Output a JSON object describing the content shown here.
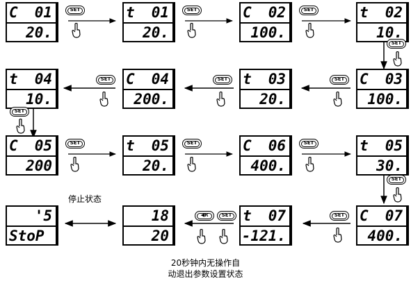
{
  "displays": [
    {
      "id": "c01",
      "code": "C",
      "num": "01",
      "value": "20."
    },
    {
      "id": "t01",
      "code": "t",
      "num": "01",
      "value": "20."
    },
    {
      "id": "c02",
      "code": "C",
      "num": "02",
      "value": "100."
    },
    {
      "id": "t02",
      "code": "t",
      "num": "02",
      "value": "10."
    },
    {
      "id": "t04",
      "code": "t",
      "num": "04",
      "value": "10."
    },
    {
      "id": "c04",
      "code": "C",
      "num": "04",
      "value": "200."
    },
    {
      "id": "t03",
      "code": "t",
      "num": "03",
      "value": "20."
    },
    {
      "id": "c03",
      "code": "C",
      "num": "03",
      "value": "100."
    },
    {
      "id": "c05",
      "code": "C",
      "num": "05",
      "value": "200"
    },
    {
      "id": "t05a",
      "code": "t",
      "num": "05",
      "value": "20."
    },
    {
      "id": "c06",
      "code": "C",
      "num": "06",
      "value": "400."
    },
    {
      "id": "t05b",
      "code": "t",
      "num": "05",
      "value": "30."
    },
    {
      "id": "stop",
      "code": "",
      "num": "'5",
      "value": "StoP"
    },
    {
      "id": "run",
      "code": "",
      "num": "18",
      "value": "20"
    },
    {
      "id": "t07",
      "code": "t",
      "num": "07",
      "value": "-121."
    },
    {
      "id": "c07",
      "code": "C",
      "num": "07",
      "value": "400."
    }
  ],
  "buttons": {
    "set": "SET",
    "back": "◀R"
  },
  "labels": {
    "stop_state": "停止状态",
    "timeout_line1": "20秒钟内无操作自",
    "timeout_line2": "动退出参数设置状态"
  }
}
